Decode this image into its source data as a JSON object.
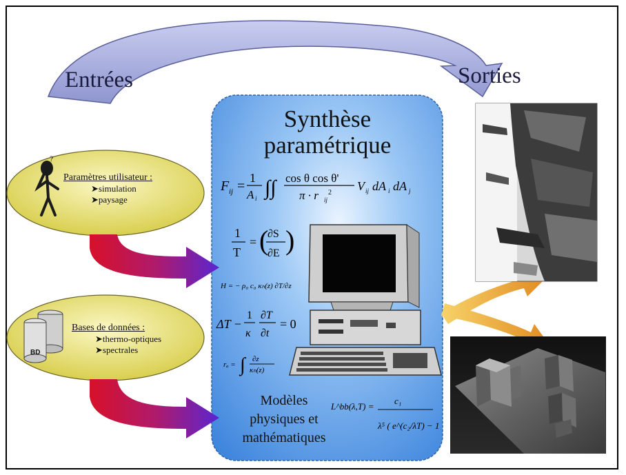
{
  "labels": {
    "inputs": "Entrées",
    "outputs": "Sorties"
  },
  "center": {
    "title_line1": "Synthèse",
    "title_line2": "paramétrique",
    "models_line1": "Modèles",
    "models_line2": "physiques et",
    "models_line3": "mathématiques"
  },
  "user_params": {
    "title": "Paramètres utilisateur :",
    "items": [
      "simulation",
      "paysage"
    ]
  },
  "databases": {
    "title": "Bases de données :",
    "items": [
      "thermo-optiques",
      "spectrales"
    ],
    "cylinder_label": "BD"
  },
  "colors": {
    "arc": "#b8bde6",
    "panel": "#6aa8ea",
    "ellipse": "#efe88a",
    "arrow_start": "#cc1030",
    "arrow_end": "#6a22cc",
    "output_arrow": "#f2a23a"
  },
  "icons": [
    "thinking-person-icon",
    "database-cylinder-icon",
    "computer-icon"
  ]
}
